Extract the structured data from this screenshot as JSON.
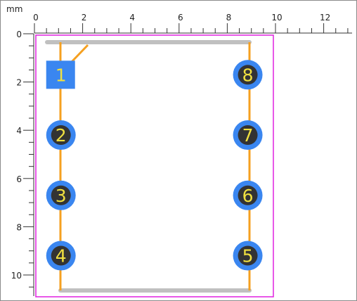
{
  "viewer": {
    "units": "mm",
    "colors": {
      "background": "#ffffff",
      "ruler_line": "#333333",
      "board_outline": "#e020e0",
      "silkscreen": "#c0c0c0",
      "trace": "#f5a020",
      "pad": "#3a86f0",
      "pad_hole": "#333333",
      "pin_label": "#f0e040"
    },
    "ruler": {
      "x_tick_labels": [
        "0",
        "2",
        "4",
        "6",
        "8",
        "10",
        "12"
      ],
      "y_tick_labels": [
        "0",
        "2",
        "4",
        "6",
        "8",
        "10"
      ]
    },
    "pads": [
      {
        "number": "1",
        "shape": "square",
        "x_mm": 1.1,
        "y_mm": 1.7
      },
      {
        "number": "2",
        "shape": "round",
        "x_mm": 1.1,
        "y_mm": 4.2
      },
      {
        "number": "3",
        "shape": "round",
        "x_mm": 1.1,
        "y_mm": 6.7
      },
      {
        "number": "4",
        "shape": "round",
        "x_mm": 1.1,
        "y_mm": 9.2
      },
      {
        "number": "5",
        "shape": "round",
        "x_mm": 8.85,
        "y_mm": 9.2
      },
      {
        "number": "6",
        "shape": "round",
        "x_mm": 8.85,
        "y_mm": 6.7
      },
      {
        "number": "7",
        "shape": "round",
        "x_mm": 8.85,
        "y_mm": 4.2
      },
      {
        "number": "8",
        "shape": "round",
        "x_mm": 8.85,
        "y_mm": 1.7
      }
    ]
  }
}
